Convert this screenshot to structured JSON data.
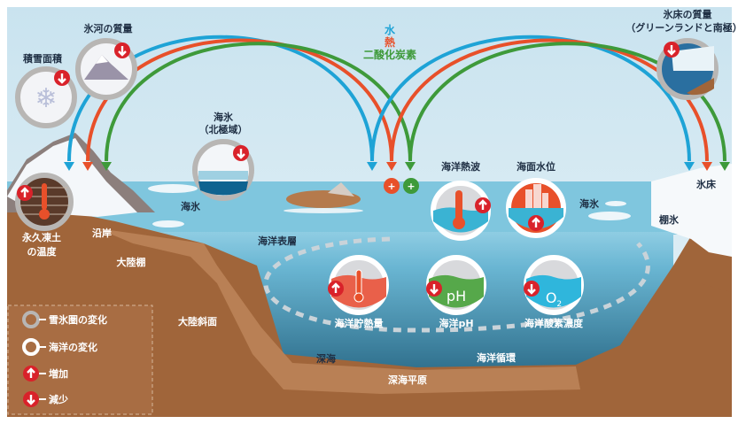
{
  "colors": {
    "water": "#1ea3d6",
    "heat": "#e8502a",
    "co2": "#3e9a3a",
    "land": "#a0653a",
    "shelf": "#b98055",
    "badge": "#d9222a",
    "cryo_ring": "#b8b6b4",
    "ocean_ring": "#ffffff"
  },
  "flux_legend": {
    "water": "水",
    "heat": "熱",
    "co2": "二酸化炭素"
  },
  "labels": {
    "snow_cover": "積雪面積",
    "glacier_mass": "氷河の質量",
    "sea_ice_arctic_1": "海氷",
    "sea_ice_arctic_2": "（北極域）",
    "ice_sheet_mass_1": "氷床の質量",
    "ice_sheet_mass_2": "（グリーンランドと南極）",
    "permafrost_1": "永久凍土",
    "permafrost_2": "の温度",
    "sea_ice_left": "海氷",
    "coast": "沿岸",
    "continental_shelf": "大陸棚",
    "surface_ocean": "海洋表層",
    "marine_heatwave": "海洋熱波",
    "sea_level": "海面水位",
    "sea_ice_right": "海氷",
    "ice_sheet": "氷床",
    "ice_shelf": "棚氷",
    "continental_slope": "大陸斜面",
    "ocean_heat_content": "海洋貯熱量",
    "ocean_ph": "海洋pH",
    "ocean_oxygen": "海洋酸素濃度",
    "deep_ocean": "深海",
    "ocean_circulation": "海洋循環",
    "abyssal_plain": "深海平原",
    "ph_glyph": "pH",
    "o2_glyph": "O",
    "o2_sub": "2"
  },
  "legend": {
    "cryosphere_change": "雪氷圏の変化",
    "ocean_change": "海洋の変化",
    "increase": "増加",
    "decrease": "減少"
  },
  "indicators": [
    {
      "name": "snow_cover",
      "trend": "decrease"
    },
    {
      "name": "glacier_mass",
      "trend": "decrease"
    },
    {
      "name": "sea_ice_arctic",
      "trend": "decrease"
    },
    {
      "name": "ice_sheet_mass",
      "trend": "decrease"
    },
    {
      "name": "permafrost_temperature",
      "trend": "increase"
    },
    {
      "name": "marine_heatwave",
      "trend": "increase"
    },
    {
      "name": "sea_level",
      "trend": "increase"
    },
    {
      "name": "ocean_heat_content",
      "trend": "increase"
    },
    {
      "name": "ocean_ph",
      "trend": "decrease"
    },
    {
      "name": "ocean_oxygen",
      "trend": "decrease"
    }
  ],
  "uptake_badges": {
    "heat": "+",
    "co2": "+"
  }
}
